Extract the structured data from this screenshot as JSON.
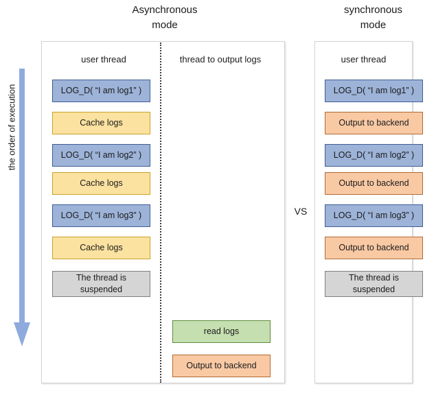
{
  "titles": {
    "async": "Asynchronous\nmode",
    "sync": "synchronous\nmode"
  },
  "vs_label": "VS",
  "order_arrow": {
    "label": "the order of execution",
    "color": "#8FAADC",
    "direction": "down"
  },
  "async_panel": {
    "columns": [
      {
        "header": "user thread",
        "steps": [
          {
            "label": "LOG_D( “I am log1” )",
            "kind": "log",
            "fill": "#9DB3D8",
            "border": "#3F5E93"
          },
          {
            "label": "Cache logs",
            "kind": "cache",
            "fill": "#FBE2A0",
            "border": "#C9A227"
          },
          {
            "label": "LOG_D( “I am log2” )",
            "kind": "log",
            "fill": "#9DB3D8",
            "border": "#3F5E93"
          },
          {
            "label": "Cache logs",
            "kind": "cache",
            "fill": "#FBE2A0",
            "border": "#C9A227"
          },
          {
            "label": "LOG_D( “I am log3” )",
            "kind": "log",
            "fill": "#9DB3D8",
            "border": "#3F5E93"
          },
          {
            "label": "Cache logs",
            "kind": "cache",
            "fill": "#FBE2A0",
            "border": "#C9A227"
          },
          {
            "label": "The thread is\nsuspended",
            "kind": "susp",
            "fill": "#D5D5D5",
            "border": "#808080"
          }
        ]
      },
      {
        "header": "thread to output logs",
        "steps": [
          {
            "label": "read logs",
            "kind": "read",
            "fill": "#C6DFB0",
            "border": "#5E8A3C"
          },
          {
            "label": "Output to backend",
            "kind": "output",
            "fill": "#F9C9A4",
            "border": "#B06A34"
          }
        ]
      }
    ]
  },
  "sync_panel": {
    "columns": [
      {
        "header": "user thread",
        "steps": [
          {
            "label": "LOG_D( “I am log1” )",
            "kind": "log",
            "fill": "#9DB3D8",
            "border": "#3F5E93"
          },
          {
            "label": "Output to backend",
            "kind": "output",
            "fill": "#F9C9A4",
            "border": "#B06A34"
          },
          {
            "label": "LOG_D( “I am log2” )",
            "kind": "log",
            "fill": "#9DB3D8",
            "border": "#3F5E93"
          },
          {
            "label": "Output to backend",
            "kind": "output",
            "fill": "#F9C9A4",
            "border": "#B06A34"
          },
          {
            "label": "LOG_D( “I am log3” )",
            "kind": "log",
            "fill": "#9DB3D8",
            "border": "#3F5E93"
          },
          {
            "label": "Output to backend",
            "kind": "output",
            "fill": "#F9C9A4",
            "border": "#B06A34"
          },
          {
            "label": "The thread is\nsuspended",
            "kind": "susp",
            "fill": "#D5D5D5",
            "border": "#808080"
          }
        ]
      }
    ]
  }
}
